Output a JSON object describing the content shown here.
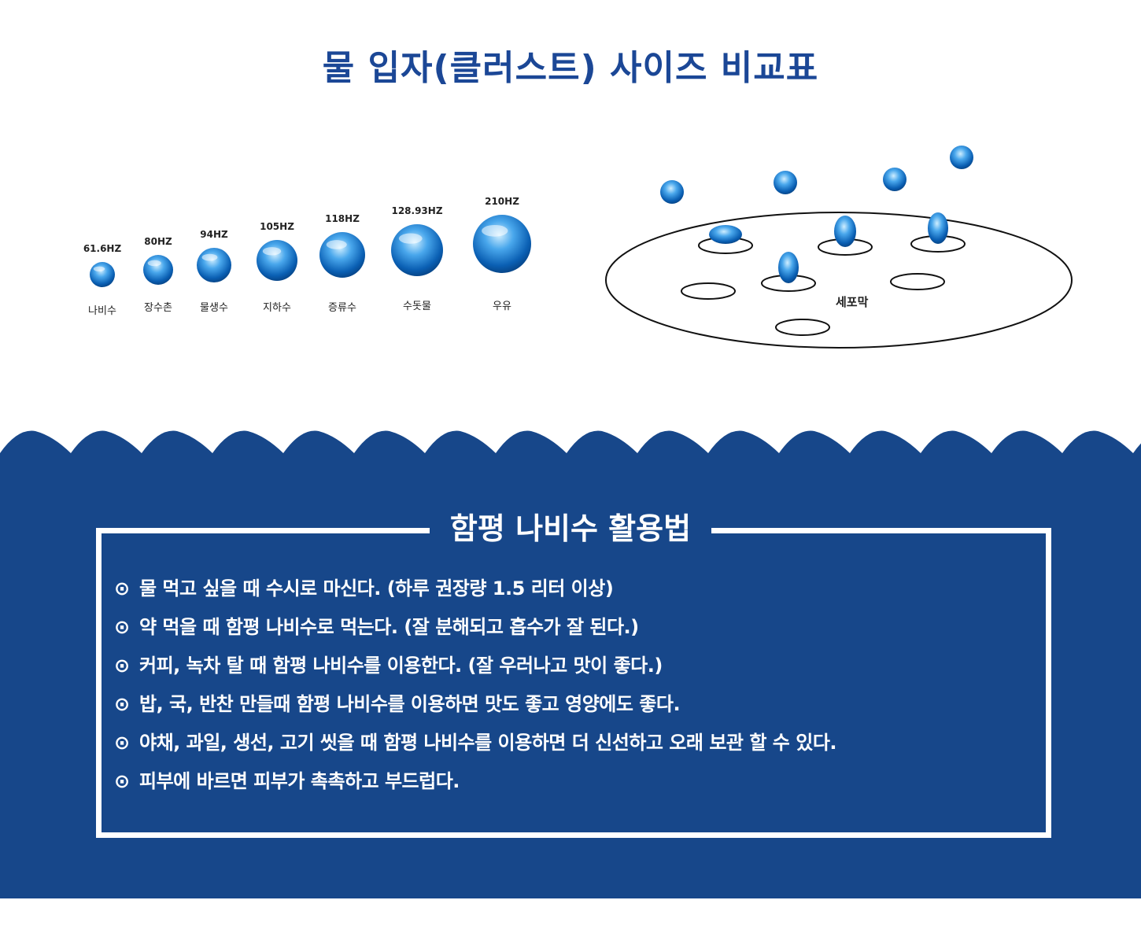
{
  "title": "물 입자(클러스트) 사이즈 비교표",
  "particles": [
    {
      "freq": "61.6HZ",
      "name": "나비수"
    },
    {
      "freq": "80HZ",
      "name": "장수촌"
    },
    {
      "freq": "94HZ",
      "name": "물생수"
    },
    {
      "freq": "105HZ",
      "name": "지하수"
    },
    {
      "freq": "118HZ",
      "name": "증류수"
    },
    {
      "freq": "128.93HZ",
      "name": "수돗물"
    },
    {
      "freq": "210HZ",
      "name": "우유"
    }
  ],
  "membrane_label": "세포막",
  "colors": {
    "title": "#1b4796",
    "panel": "#17478a",
    "drop_light": "#8fd0ff",
    "drop_dark": "#0a5fb3"
  },
  "usage": {
    "title": "함평 나비수 활용법",
    "bullet": "⊙",
    "items": [
      "물 먹고 싶을 때 수시로 마신다. (하루 권장량 1.5 리터 이상)",
      "약 먹을 때 함평 나비수로 먹는다. (잘 분해되고 흡수가 잘 된다.)",
      "커피, 녹차 탈 때 함평 나비수를 이용한다. (잘 우러나고 맛이 좋다.)",
      "밥, 국, 반찬 만들때 함평 나비수를 이용하면 맛도 좋고 영양에도 좋다.",
      "야채, 과일, 생선, 고기 씻을 때 함평 나비수를 이용하면 더 신선하고 오래 보관 할 수 있다.",
      "피부에 바르면 피부가 촉촉하고 부드럽다."
    ]
  }
}
